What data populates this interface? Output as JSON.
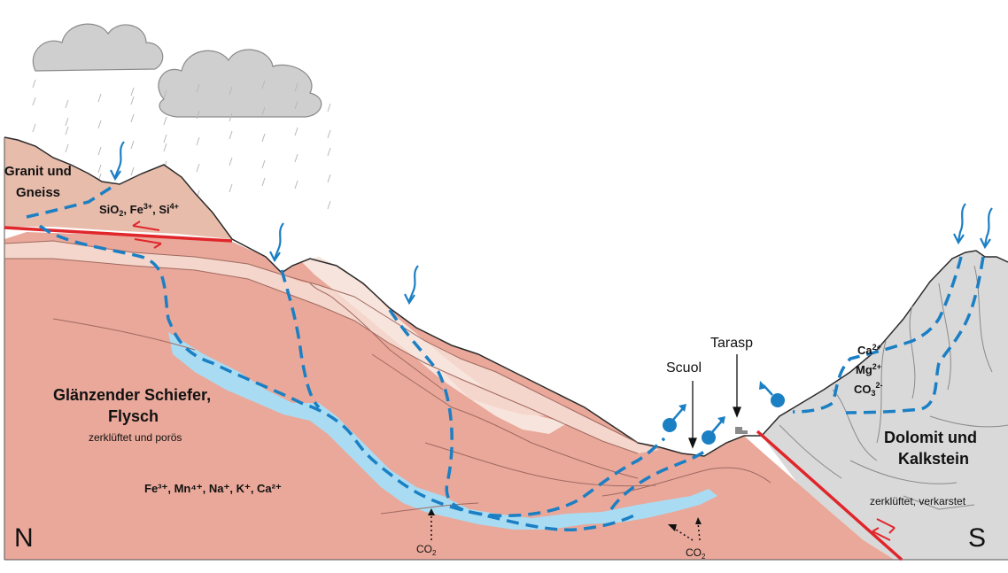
{
  "colors": {
    "rock_pink": "#e9a89a",
    "rock_light": "#f5d6cc",
    "rock_pale": "#f7e4dc",
    "granite": "#e8bcab",
    "dolomite": "#d9d9d9",
    "fault": "#e0262b",
    "water_flow": "#1b7fc4",
    "groundwater": "#a9dcf2",
    "cloud": "#cfcfcf"
  },
  "labels": {
    "granite_title_1": "Granit und",
    "granite_title_2": "Gneiss",
    "granite_chem_1": "SiO",
    "granite_chem_1_sub": "2",
    "granite_chem_2": ", Fe",
    "granite_chem_2_sup": "3+",
    "granite_chem_3": ", Si",
    "granite_chem_3_sup": "4+",
    "schist_title_1": "Glänzender Schiefer,",
    "schist_title_2": "Flysch",
    "schist_desc": "zerklüftet und porös",
    "schist_chem": "Fe³⁺, Mn⁴⁺, Na⁺, K⁺, Ca²⁺",
    "scuol": "Scuol",
    "tarasp": "Tarasp",
    "dolomite_title_1": "Dolomit und",
    "dolomite_title_2": "Kalkstein",
    "dolomite_desc": "zerklüftet, verkarstet",
    "dolomite_chem_1": "Ca",
    "dolomite_chem_1_sup": "2+",
    "dolomite_chem_2": "Mg",
    "dolomite_chem_2_sup": "2+",
    "dolomite_chem_3": "CO",
    "dolomite_chem_3_sub": "3",
    "dolomite_chem_3_sup": "2-",
    "co2_label": "CO",
    "co2_sub": "2",
    "north": "N",
    "south": "S"
  }
}
